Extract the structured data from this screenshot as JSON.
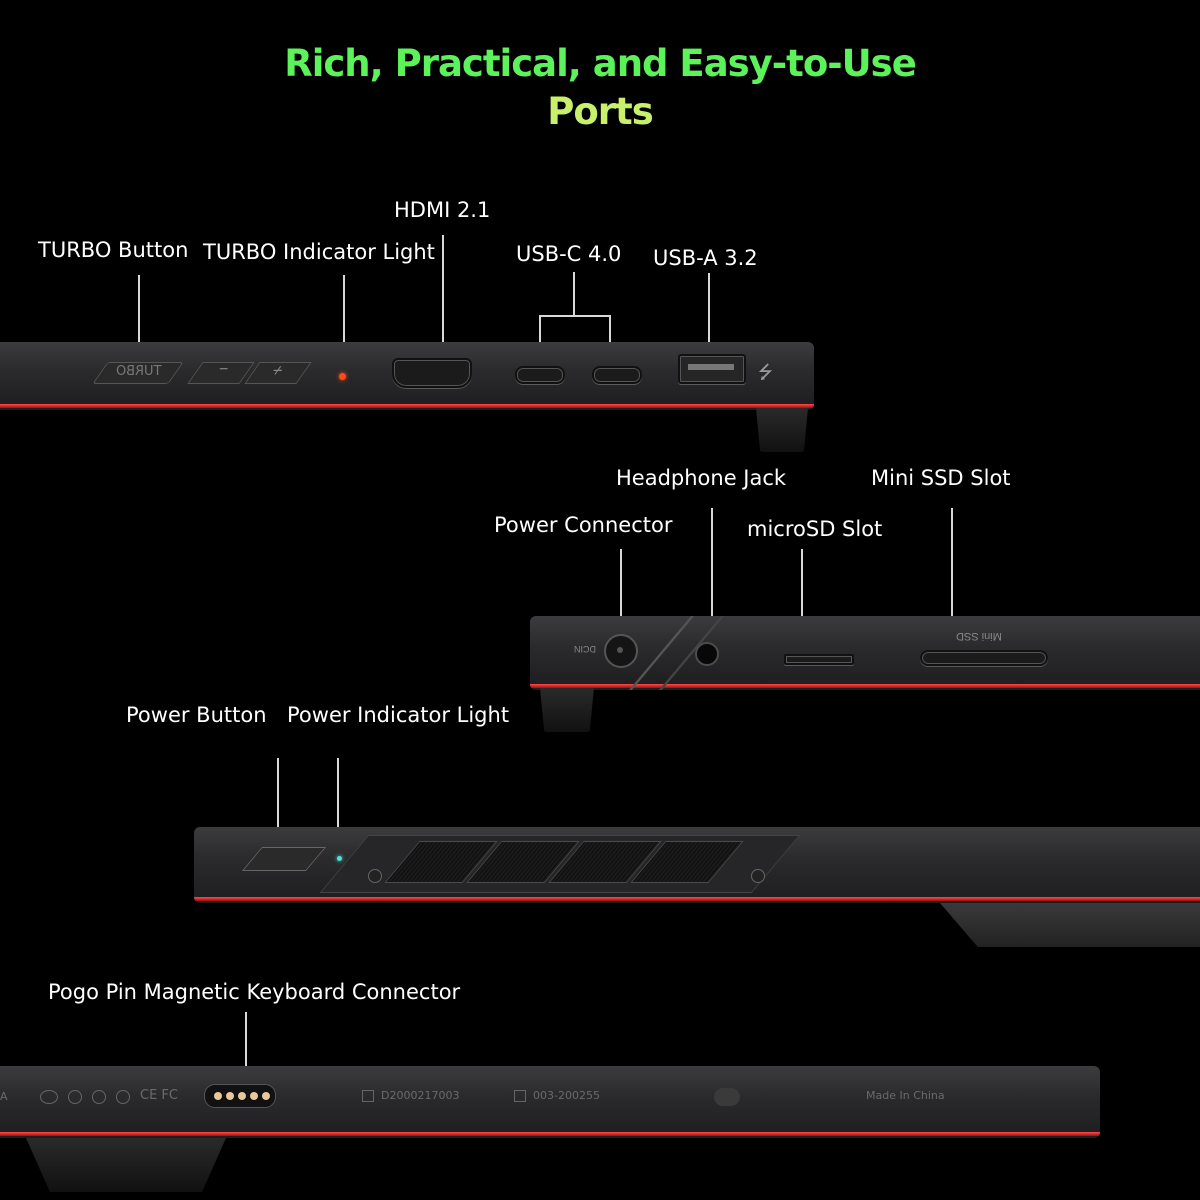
{
  "heading": {
    "line1": "Rich, Practical, and Easy-to-Use",
    "line2": "Ports"
  },
  "colors": {
    "title_green": "#5cf25a",
    "title_yellow": "#c9f06a",
    "accent_red": "#d8161a",
    "indicator_orange": "#ff4a1a",
    "indicator_teal": "#4fe3d5"
  },
  "labels": {
    "turbo_button": "TURBO Button",
    "turbo_indicator": "TURBO Indicator Light",
    "hdmi": "HDMI 2.1",
    "usb_c": "USB-C 4.0",
    "usb_a": "USB-A 3.2",
    "headphone": "Headphone Jack",
    "mini_ssd": "Mini SSD Slot",
    "power_connector": "Power Connector",
    "microsd": "microSD Slot",
    "power_button": "Power Button",
    "power_indicator": "Power Indicator Light",
    "pogo": "Pogo Pin Magnetic Keyboard Connector"
  },
  "device_text": {
    "turbo_key": "TURBO",
    "minus": "−",
    "plus": "+",
    "usb_symbol": "⭍",
    "dcin": "DCIN",
    "mini_ssd_engraving": "Mini SSD",
    "cert_marks": "CE FC",
    "sn_label": "D2000217003",
    "model_label": "003-200255",
    "made_in": "Made In China",
    "edge_letter": "A"
  }
}
